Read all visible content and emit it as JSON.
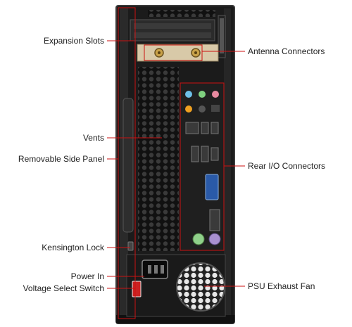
{
  "labels": {
    "expansion_slots": "Expansion Slots",
    "vents": "Vents",
    "removable_side_panel": "Removable Side Panel",
    "kensington_lock": "Kensington Lock",
    "power_in": "Power In",
    "voltage_select_switch": "Voltage Select Switch",
    "antenna_connectors": "Antenna Connectors",
    "rear_io_connectors": "Rear I/O Connectors",
    "psu_exhaust_fan": "PSU Exhaust Fan"
  },
  "colors": {
    "callout_line": "#cc1111",
    "chassis": "#1b1b1b",
    "chassis_edge": "#3a3a3a",
    "label_text": "#222222"
  }
}
